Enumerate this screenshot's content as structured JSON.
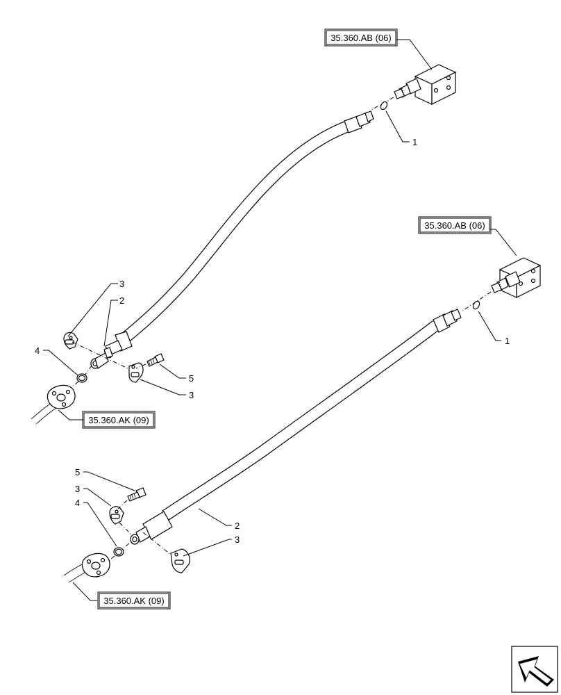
{
  "diagram": {
    "references": {
      "valve_upper": "35.360.AB (06)",
      "valve_lower": "35.360.AB (06)",
      "pump_upper": "35.360.AK (09)",
      "pump_lower": "35.360.AK (09)"
    },
    "callouts": {
      "upper": {
        "o_ring_valve": "1",
        "hose": "2",
        "clamp_half_top": "3",
        "o_ring_flange": "4",
        "bolt": "5",
        "clamp_half_bottom": "3"
      },
      "lower": {
        "o_ring_valve": "1",
        "hose": "2",
        "clamp_half_bottom": "3",
        "o_ring_flange": "4",
        "bolt": "5",
        "clamp_half_top": "3"
      }
    },
    "navigation_icon": "arrow-icon"
  }
}
